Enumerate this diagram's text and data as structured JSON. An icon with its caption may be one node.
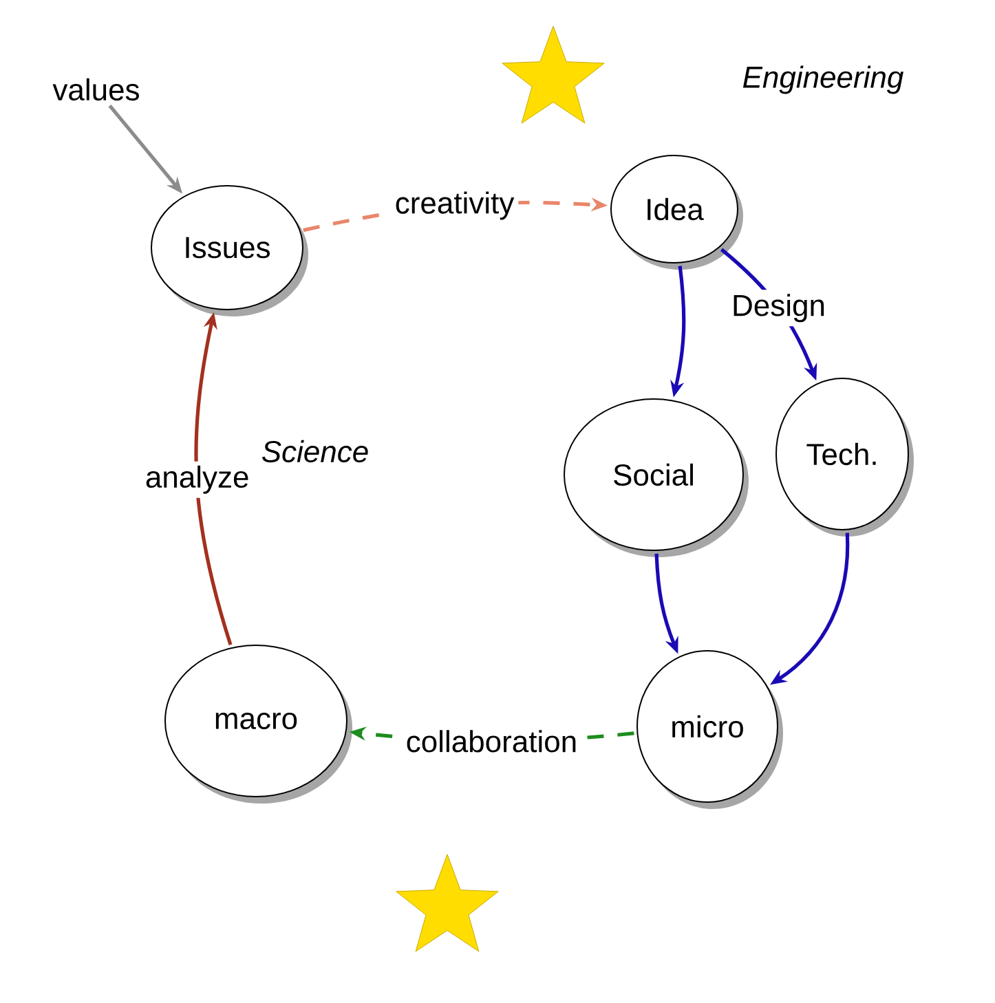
{
  "diagram": {
    "nodes": [
      {
        "text": [
          "values"
        ]
      },
      {
        "text": [
          "Issues"
        ]
      },
      {
        "text": [
          "Idea"
        ]
      },
      {
        "text": [
          "Social"
        ]
      },
      {
        "text": [
          "Tech."
        ]
      },
      {
        "text": [
          "macro"
        ]
      },
      {
        "text": [
          "micro"
        ]
      }
    ],
    "edges": [
      {
        "from": 0,
        "to": 1,
        "arrow": "to",
        "color": "#8c8c8c"
      },
      {
        "from": 1,
        "to": 2,
        "arrow": "to",
        "label": "creativity",
        "style": "dashed",
        "color": "#e9866a"
      },
      {
        "from": 2,
        "to": 3,
        "arrow": "to"
      },
      {
        "from": 2,
        "to": 4,
        "arrow": "to",
        "label": "Design"
      },
      {
        "from": 3,
        "to": 6,
        "arrow": "to"
      },
      {
        "from": 4,
        "to": 6,
        "arrow": "to"
      },
      {
        "from": 6,
        "to": 5,
        "arrow": "to",
        "label": "collaboration",
        "style": "dashed",
        "color": "#1e8c1e"
      },
      {
        "from": 5,
        "to": 1,
        "arrow": "to",
        "label": "analyze",
        "color": "#a3301e"
      }
    ],
    "labels": [
      "Engineering",
      "Science"
    ]
  }
}
